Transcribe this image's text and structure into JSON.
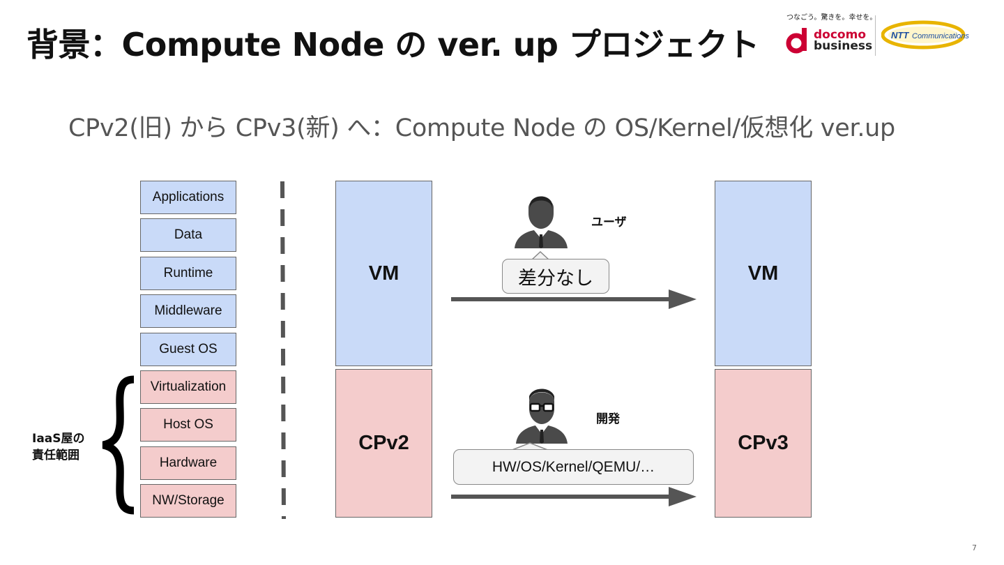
{
  "header": {
    "title": "背景：Compute Node の ver. up プロジェクト",
    "subtitle": "CPv2(旧) から CPv3(新) へ：Compute Node の OS/Kernel/仮想化 ver.up"
  },
  "logos": {
    "tagline": "つなごう。驚きを。幸せを。",
    "docomo_line1": "docomo",
    "docomo_line2": "business",
    "ntt_text": "NTT Communications"
  },
  "stack": {
    "layers": [
      {
        "label": "Applications",
        "color": "#c9daf8"
      },
      {
        "label": "Data",
        "color": "#c9daf8"
      },
      {
        "label": "Runtime",
        "color": "#c9daf8"
      },
      {
        "label": "Middleware",
        "color": "#c9daf8"
      },
      {
        "label": "Guest OS",
        "color": "#c9daf8"
      },
      {
        "label": "Virtualization",
        "color": "#f4cccc"
      },
      {
        "label": "Host OS",
        "color": "#f4cccc"
      },
      {
        "label": "Hardware",
        "color": "#f4cccc"
      },
      {
        "label": "NW/Storage",
        "color": "#f4cccc"
      }
    ],
    "iaas_label_line1": "IaaS屋の",
    "iaas_label_line2": "責任範囲"
  },
  "left_column": {
    "vm": "VM",
    "cp": "CPv2"
  },
  "right_column": {
    "vm": "VM",
    "cp": "CPv3"
  },
  "user_flow": {
    "role": "ユーザ",
    "bubble": "差分なし",
    "icon": "user-icon"
  },
  "dev_flow": {
    "role": "開発",
    "bubble": "HW/OS/Kernel/QEMU/…",
    "icon": "developer-icon"
  },
  "colors": {
    "vm_blue": "#c9daf8",
    "cp_pink": "#f4cccc",
    "arrow": "#555555",
    "docomo_red": "#cc0033",
    "ntt_gold": "#e8b400",
    "ntt_blue": "#1d4fa0"
  },
  "page_number": "7"
}
